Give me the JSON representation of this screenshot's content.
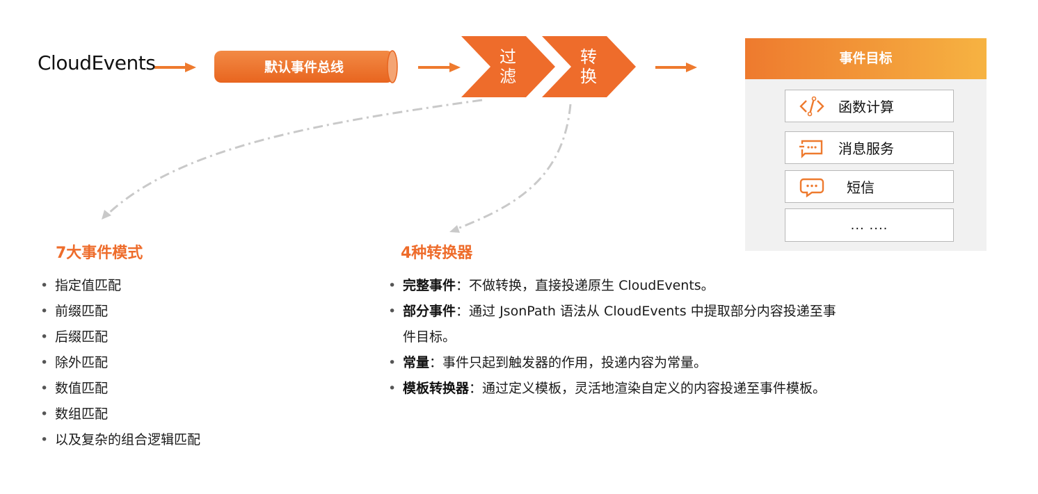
{
  "flow": {
    "source": "CloudEvents",
    "bus": "默认事件总线",
    "filter": [
      "过",
      "滤"
    ],
    "transform": [
      "转",
      "换"
    ]
  },
  "targets": {
    "header": "事件目标",
    "items": [
      {
        "label": "函数计算",
        "icon": "function-compute-icon"
      },
      {
        "label": "消息服务",
        "icon": "message-service-icon"
      },
      {
        "label": "短信",
        "icon": "sms-chat-icon"
      },
      {
        "label": "... ....",
        "icon": ""
      }
    ]
  },
  "patterns": {
    "title": "7大事件模式",
    "items": [
      "指定值匹配",
      "前缀匹配",
      "后缀匹配",
      "除外匹配",
      "数值匹配",
      "数组匹配",
      "以及复杂的组合逻辑匹配"
    ]
  },
  "converters": {
    "title": "4种转换器",
    "items": [
      {
        "name": "完整事件",
        "sep": "：",
        "desc": "不做转换，直接投递原生 CloudEvents。"
      },
      {
        "name": "部分事件",
        "sep": "：",
        "desc": "通过 JsonPath 语法从 CloudEvents 中提取部分内容投递至事件目标。"
      },
      {
        "name": "常量",
        "sep": "：",
        "desc": "事件只起到触发器的作用，投递内容为常量。"
      },
      {
        "name": "模板转换器",
        "sep": "：",
        "desc": "通过定义模板，灵活地渲染自定义的内容投递至事件模板。"
      }
    ]
  },
  "colors": {
    "accent": "#ee6c2b",
    "arrow": "#ee7a2e",
    "dashed": "#c9c9c9",
    "header_gradient": [
      "#ee7a2e",
      "#f6b342"
    ],
    "panel_bg": "#f1f1f1"
  }
}
